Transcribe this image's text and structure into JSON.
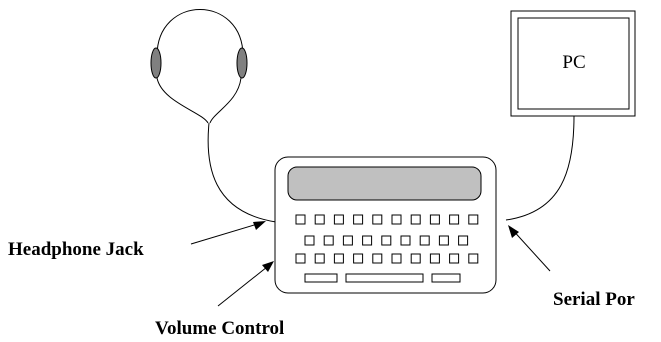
{
  "labels": {
    "pc": "PC",
    "headphone_jack": "Headphone Jack",
    "volume_control": "Volume Control",
    "serial_port": "Serial Por"
  },
  "colors": {
    "earcup": "#808080",
    "display": "#c0c0c0",
    "stroke": "#000000",
    "background": "#ffffff"
  },
  "icons": {
    "headphones": "headphones-icon",
    "computer": "computer-monitor-icon",
    "device": "handheld-device-icon"
  }
}
